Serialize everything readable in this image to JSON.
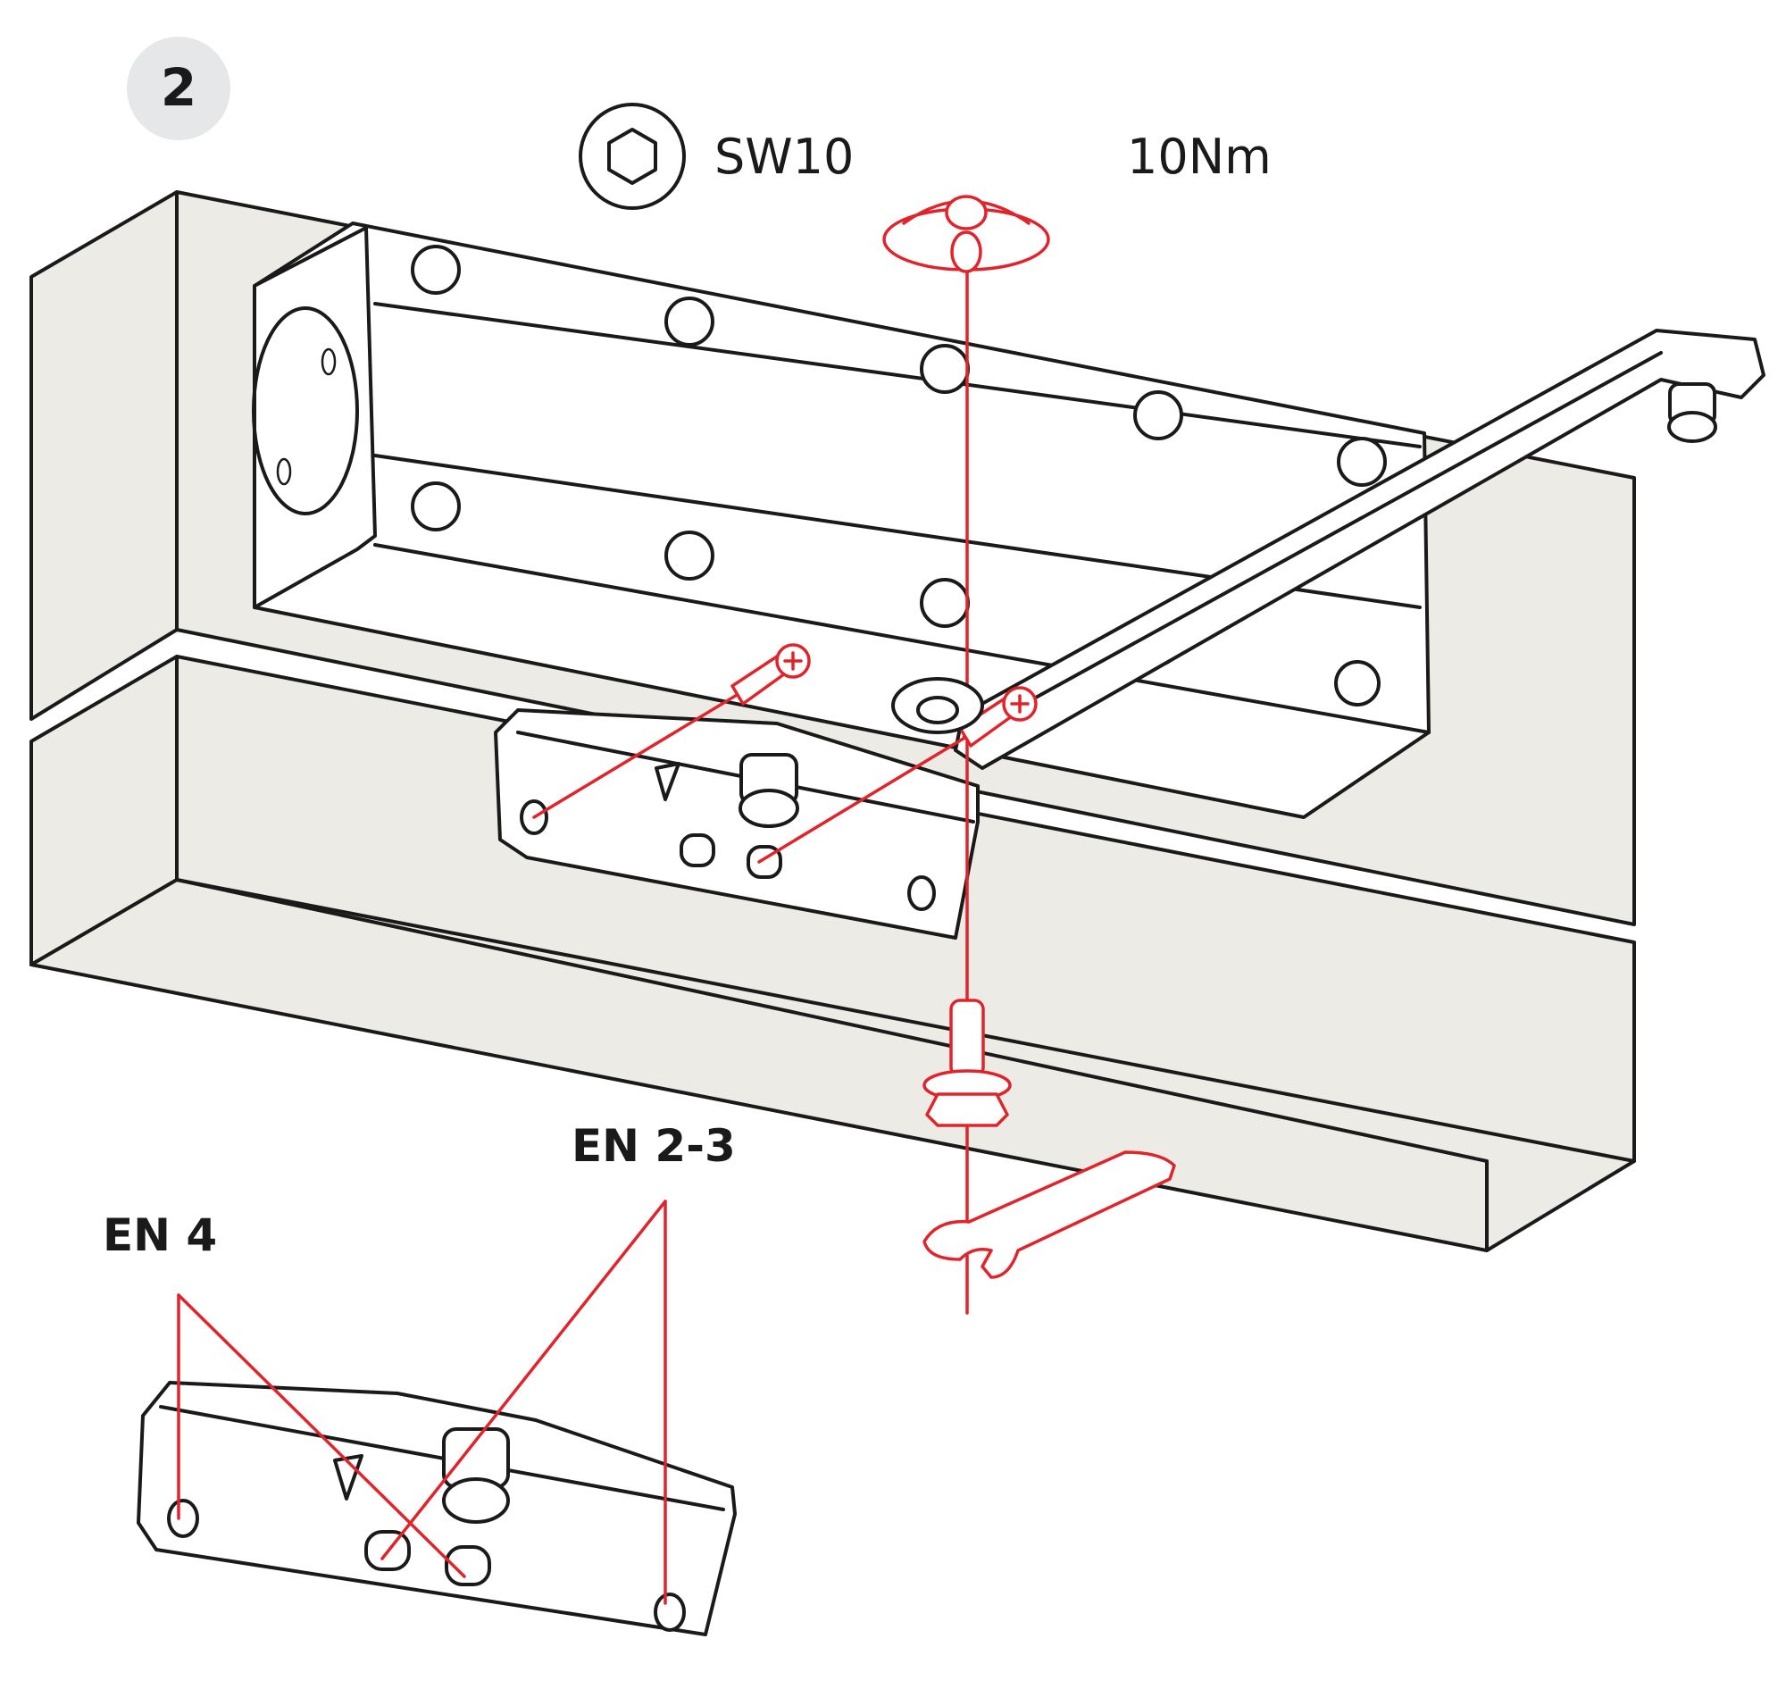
{
  "step": {
    "number": "2",
    "badge_color": "#e6e7e8"
  },
  "tool": {
    "icon": "hex-key-icon",
    "size_label": "SW10"
  },
  "torque": {
    "label": "10Nm"
  },
  "variants": [
    {
      "id": "en23",
      "label": "EN 2-3"
    },
    {
      "id": "en4",
      "label": "EN 4"
    }
  ],
  "colors": {
    "accent": "#e0242b",
    "wall": "#edebe5",
    "outline": "#1a1a1a"
  }
}
